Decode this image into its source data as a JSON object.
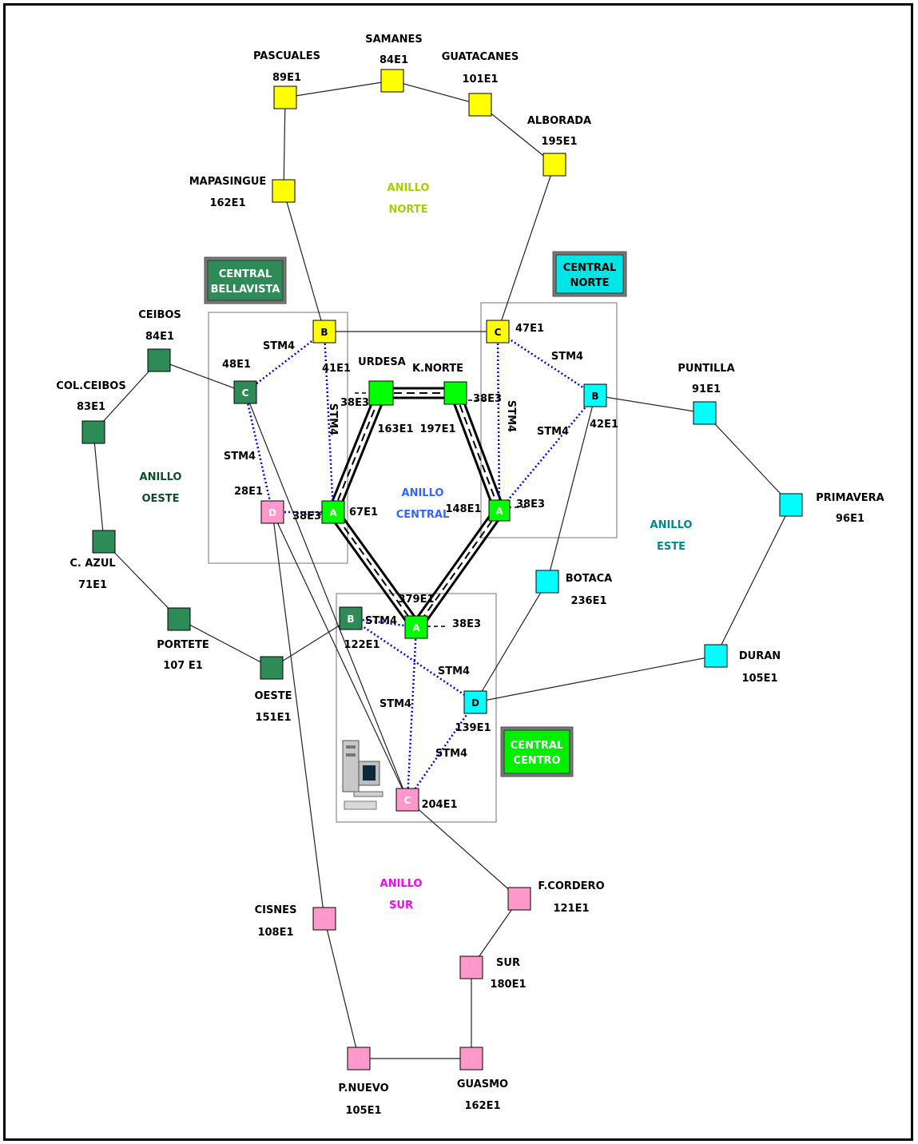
{
  "colors": {
    "yellow": "#ffff00",
    "darkgreen": "#2e8b57",
    "cyan": "#00ffff",
    "green": "#00ff00",
    "pink": "#ff99cc",
    "stm_link": "#0000ff",
    "ring_norte_label": "#aacc00",
    "ring_oeste_label": "#0e4d2a",
    "ring_central_label": "#3366ff",
    "ring_este_label": "#008b8b",
    "ring_sur_label": "#ff00ff"
  },
  "centrals": [
    {
      "id": "bellavista",
      "line1": "CENTRAL",
      "line2": "BELLAVISTA",
      "color": "#2e8b57"
    },
    {
      "id": "norte",
      "line1": "CENTRAL",
      "line2": "NORTE",
      "color": "#00e5e5"
    },
    {
      "id": "centro",
      "line1": "CENTRAL",
      "line2": "CENTRO",
      "color": "#00ee00"
    }
  ],
  "rings": [
    {
      "id": "norte",
      "line1": "ANILLO",
      "line2": "NORTE",
      "color": "#aacc00"
    },
    {
      "id": "oeste",
      "line1": "ANILLO",
      "line2": "OESTE",
      "color": "#0e4d2a"
    },
    {
      "id": "central",
      "line1": "ANILLO",
      "line2": "CENTRAL",
      "color": "#3366ff"
    },
    {
      "id": "este",
      "line1": "ANILLO",
      "line2": "ESTE",
      "color": "#008b8b"
    },
    {
      "id": "sur",
      "line1": "ANILLO",
      "line2": "SUR",
      "color": "#ff00ff"
    }
  ],
  "nodes": [
    {
      "id": "pascuales",
      "name": "PASCUALES",
      "cap": "89E1",
      "color": "yellow",
      "letter": ""
    },
    {
      "id": "samanes",
      "name": "SAMANES",
      "cap": "84E1",
      "color": "yellow",
      "letter": ""
    },
    {
      "id": "guatacanes",
      "name": "GUATACANES",
      "cap": "101E1",
      "color": "yellow",
      "letter": ""
    },
    {
      "id": "alborada",
      "name": "ALBORADA",
      "cap": "195E1",
      "color": "yellow",
      "letter": ""
    },
    {
      "id": "mapasingue",
      "name": "MAPASINGUE",
      "cap": "162E1",
      "color": "yellow",
      "letter": ""
    },
    {
      "id": "bellavista_b",
      "name": "",
      "cap": "41E1",
      "color": "yellow",
      "letter": "B"
    },
    {
      "id": "norte_c",
      "name": "",
      "cap": "47E1",
      "color": "yellow",
      "letter": "C"
    },
    {
      "id": "ceibos",
      "name": "CEIBOS",
      "cap": "84E1",
      "color": "darkgreen",
      "letter": ""
    },
    {
      "id": "colceibos",
      "name": "COL.CEIBOS",
      "cap": "83E1",
      "color": "darkgreen",
      "letter": ""
    },
    {
      "id": "cazul",
      "name": "C. AZUL",
      "cap": "71E1",
      "color": "darkgreen",
      "letter": ""
    },
    {
      "id": "portete",
      "name": "PORTETE",
      "cap": "107 E1",
      "color": "darkgreen",
      "letter": ""
    },
    {
      "id": "oeste",
      "name": "OESTE",
      "cap": "151E1",
      "color": "darkgreen",
      "letter": ""
    },
    {
      "id": "bellavista_c",
      "name": "",
      "cap": "48E1",
      "color": "darkgreen",
      "letter": "C"
    },
    {
      "id": "centro_b",
      "name": "",
      "cap": "122E1",
      "color": "darkgreen",
      "letter": "B"
    },
    {
      "id": "urdesa",
      "name": "URDESA",
      "cap": "163E1",
      "color": "green",
      "letter": ""
    },
    {
      "id": "knorte",
      "name": "K.NORTE",
      "cap": "197E1",
      "color": "green",
      "letter": ""
    },
    {
      "id": "bellavista_a",
      "name": "",
      "cap": "67E1",
      "color": "green",
      "letter": "A"
    },
    {
      "id": "norte_a",
      "name": "",
      "cap": "148E1",
      "color": "green",
      "letter": "A"
    },
    {
      "id": "centro_a",
      "name": "",
      "cap": "379E1",
      "color": "green",
      "letter": "A"
    },
    {
      "id": "norte_b",
      "name": "",
      "cap": "42E1",
      "color": "cyan",
      "letter": "B"
    },
    {
      "id": "puntilla",
      "name": "PUNTILLA",
      "cap": "91E1",
      "color": "cyan",
      "letter": ""
    },
    {
      "id": "primavera",
      "name": "PRIMAVERA",
      "cap": "96E1",
      "color": "cyan",
      "letter": ""
    },
    {
      "id": "botaca",
      "name": "BOTACA",
      "cap": "236E1",
      "color": "cyan",
      "letter": ""
    },
    {
      "id": "duran",
      "name": "DURAN",
      "cap": "105E1",
      "color": "cyan",
      "letter": ""
    },
    {
      "id": "centro_d",
      "name": "",
      "cap": "139E1",
      "color": "cyan",
      "letter": "D"
    },
    {
      "id": "bellavista_d",
      "name": "",
      "cap": "28E1",
      "color": "pink",
      "letter": "D"
    },
    {
      "id": "centro_c",
      "name": "",
      "cap": "204E1",
      "color": "pink",
      "letter": "C"
    },
    {
      "id": "fcordero",
      "name": "F.CORDERO",
      "cap": "121E1",
      "color": "pink",
      "letter": ""
    },
    {
      "id": "sur",
      "name": "SUR",
      "cap": "180E1",
      "color": "pink",
      "letter": ""
    },
    {
      "id": "guasmo",
      "name": "GUASMO",
      "cap": "162E1",
      "color": "pink",
      "letter": ""
    },
    {
      "id": "pnuevo",
      "name": "P.NUEVO",
      "cap": "105E1",
      "color": "pink",
      "letter": ""
    },
    {
      "id": "cisnes",
      "name": "CISNES",
      "cap": "108E1",
      "color": "pink",
      "letter": ""
    }
  ],
  "links": [
    [
      "mapasingue",
      "pascuales"
    ],
    [
      "pascuales",
      "samanes"
    ],
    [
      "samanes",
      "guatacanes"
    ],
    [
      "guatacanes",
      "alborada"
    ],
    [
      "alborada",
      "norte_c"
    ],
    [
      "norte_c",
      "bellavista_b"
    ],
    [
      "bellavista_b",
      "mapasingue"
    ],
    [
      "bellavista_c",
      "ceibos"
    ],
    [
      "ceibos",
      "colceibos"
    ],
    [
      "colceibos",
      "cazul"
    ],
    [
      "cazul",
      "portete"
    ],
    [
      "portete",
      "oeste"
    ],
    [
      "oeste",
      "centro_b"
    ],
    [
      "bellavista_c",
      "centro_c"
    ],
    [
      "norte_b",
      "puntilla"
    ],
    [
      "puntilla",
      "primavera"
    ],
    [
      "primavera",
      "duran"
    ],
    [
      "duran",
      "centro_d"
    ],
    [
      "centro_d",
      "botaca"
    ],
    [
      "botaca",
      "norte_b"
    ],
    [
      "bellavista_d",
      "cisnes"
    ],
    [
      "cisnes",
      "pnuevo"
    ],
    [
      "pnuevo",
      "guasmo"
    ],
    [
      "guasmo",
      "sur"
    ],
    [
      "sur",
      "fcordero"
    ],
    [
      "fcordero",
      "centro_c"
    ],
    [
      "bellavista_d",
      "centro_c"
    ]
  ],
  "stm_links": [
    [
      "bellavista_b",
      "bellavista_c"
    ],
    [
      "bellavista_b",
      "bellavista_a"
    ],
    [
      "bellavista_c",
      "bellavista_d"
    ],
    [
      "bellavista_d",
      "bellavista_a"
    ],
    [
      "norte_c",
      "norte_b"
    ],
    [
      "norte_c",
      "norte_a"
    ],
    [
      "norte_b",
      "norte_a"
    ],
    [
      "centro_b",
      "centro_a"
    ],
    [
      "centro_b",
      "centro_d"
    ],
    [
      "centro_a",
      "centro_c"
    ],
    [
      "centro_d",
      "centro_c"
    ]
  ],
  "central_ring": [
    "urdesa",
    "knorte",
    "norte_a",
    "centro_a",
    "bellavista_a"
  ],
  "stm_labels": [
    "STM4",
    "STM4",
    "STM4",
    "STM4",
    "STM4",
    "STM4",
    "STM4",
    "STM4",
    "STM4"
  ],
  "e3_labels": [
    "38E3",
    "38E3",
    "38E3",
    "38E3"
  ]
}
